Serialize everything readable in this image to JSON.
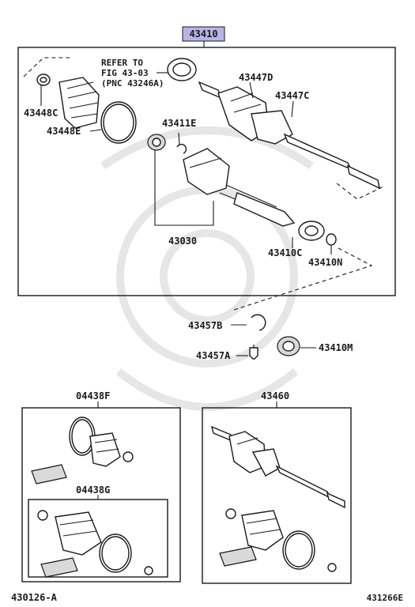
{
  "main_part": {
    "number": "43410",
    "highlight_color": "#b7b4e6"
  },
  "note": {
    "line1": "REFER TO",
    "line2": "FIG 43-03",
    "line3": "(PNC 43246A)"
  },
  "callouts": {
    "c43448C": "43448C",
    "c43448E": "43448E",
    "c43411E": "43411E",
    "c43447D": "43447D",
    "c43447C": "43447C",
    "c43030": "43030",
    "c43410C": "43410C",
    "c43410N": "43410N",
    "c43457B": "43457B",
    "c43457A": "43457A",
    "c43410M": "43410M",
    "c04438F": "04438F",
    "c04438G": "04438G",
    "c43460": "43460"
  },
  "footer": {
    "left_code": "430126-A",
    "right_code": "431266E"
  }
}
